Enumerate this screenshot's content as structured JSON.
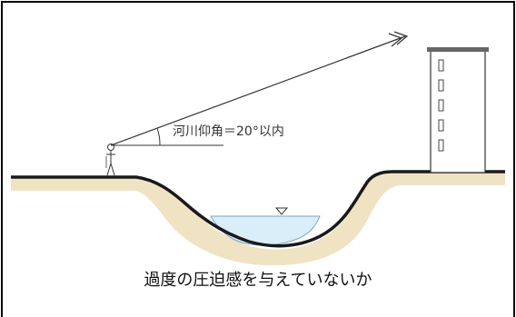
{
  "diagram": {
    "angle_label": "河川仰角＝20°以内",
    "caption": "過度の圧迫感を与えていないか",
    "colors": {
      "ground_fill": "#efe3c4",
      "ground_outline": "#1a1a1a",
      "water_fill": "#d9eef8",
      "water_outline": "#7aa6c2",
      "line": "#333333",
      "building": "#ffffff",
      "border": "#000000"
    },
    "icons": [
      "observer-figure",
      "water-level-triangle",
      "double-arrowhead"
    ]
  }
}
